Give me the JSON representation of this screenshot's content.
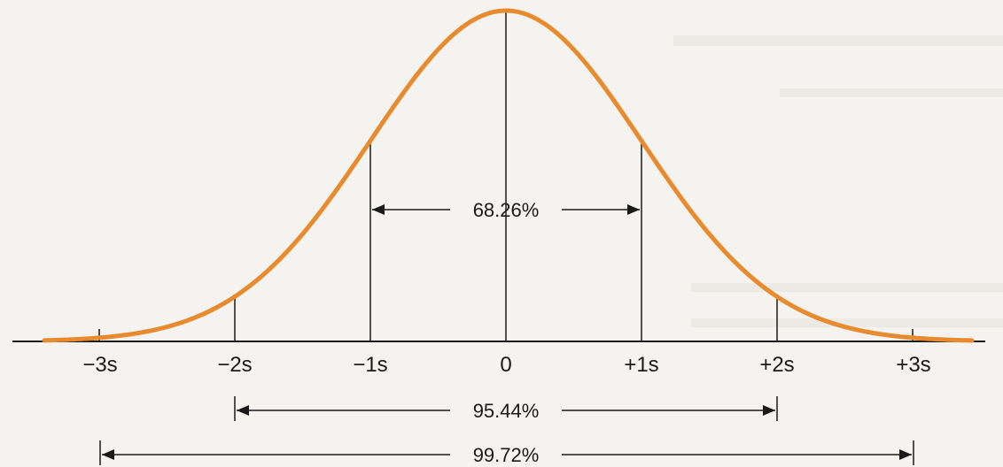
{
  "diagram": {
    "tick_labels": [
      "−3s",
      "−2s",
      "−1s",
      "0",
      "+1s",
      "+2s",
      "+3s"
    ],
    "intervals": [
      {
        "label": "68.26%",
        "from": "−1s",
        "to": "+1s"
      },
      {
        "label": "95.44%",
        "from": "−2s",
        "to": "+2s"
      },
      {
        "label": "99.72%",
        "from": "−3s",
        "to": "+3s"
      }
    ]
  },
  "colors": {
    "curve": "#e88a2e",
    "lines": "#1a1a1a",
    "background": "#f4f3ef"
  }
}
